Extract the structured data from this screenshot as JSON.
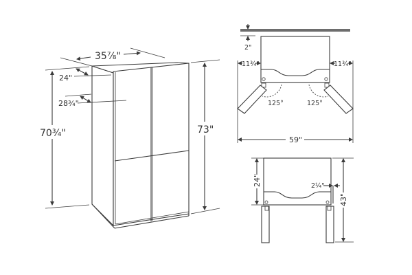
{
  "iso_view": {
    "width_label": "35⅞\"",
    "depth_no_doors_label": "24\"",
    "depth_with_doors_label": "28¾\"",
    "case_height_label": "70¾\"",
    "total_height_label": "73\""
  },
  "top_view": {
    "wall_clearance_label": "2\"",
    "left_side_clearance_label": "11¾\"",
    "right_side_clearance_label": "11¾\"",
    "left_door_angle_label": "125°",
    "right_door_angle_label": "125°",
    "total_open_width_label": "59\""
  },
  "side_view": {
    "cabinet_depth_label": "24\"",
    "door_thickness_label": "2¼\"",
    "open_depth_label": "43\""
  },
  "colors": {
    "line": "#3a3a3a",
    "wall": "#6d6d6d",
    "background": "#ffffff"
  }
}
